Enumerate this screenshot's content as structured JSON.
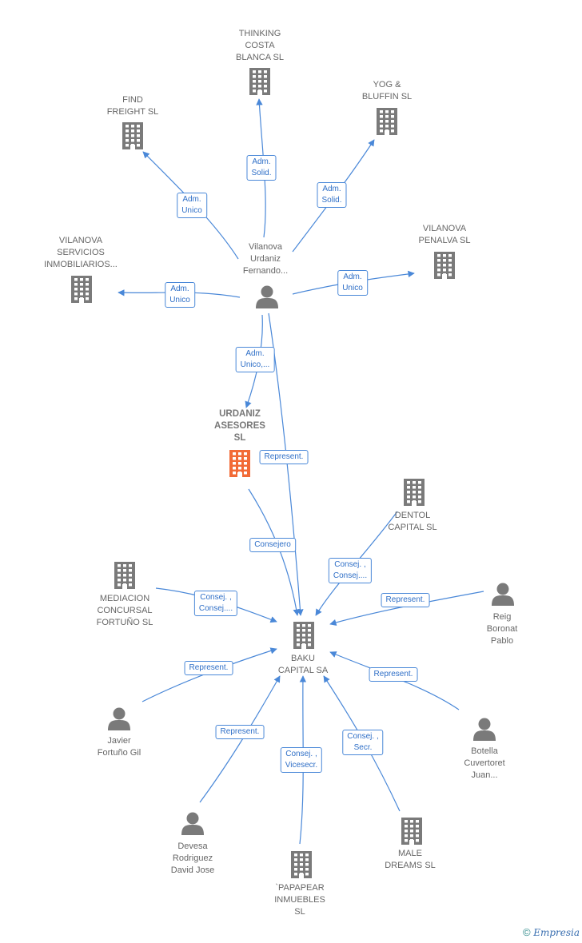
{
  "colors": {
    "edge": "#4a88d8",
    "company": "#7a7a7a",
    "focus": "#f26a36",
    "person": "#7a7a7a"
  },
  "nodes": [
    {
      "id": "thinking",
      "type": "company",
      "label": "THINKING\nCOSTA\nBLANCA  SL"
    },
    {
      "id": "find",
      "type": "company",
      "label": "FIND\nFREIGHT  SL"
    },
    {
      "id": "yog",
      "type": "company",
      "label": "YOG &\nBLUFFIN  SL"
    },
    {
      "id": "vservicios",
      "type": "company",
      "label": "VILANOVA\nSERVICIOS\nINMOBILIARIOS..."
    },
    {
      "id": "vpenalva",
      "type": "company",
      "label": "VILANOVA\nPENALVA  SL"
    },
    {
      "id": "vfernando",
      "type": "person",
      "label": "Vilanova\nUrdaniz\nFernando..."
    },
    {
      "id": "urdaniz",
      "type": "focus",
      "label": "URDANIZ\nASESORES\nSL"
    },
    {
      "id": "dentol",
      "type": "company",
      "label": "DENTOL\nCAPITAL  SL"
    },
    {
      "id": "mediacion",
      "type": "company",
      "label": "MEDIACION\nCONCURSAL\nFORTUÑO  SL"
    },
    {
      "id": "reig",
      "type": "person",
      "label": "Reig\nBoronat\nPablo"
    },
    {
      "id": "baku",
      "type": "company",
      "label": "BAKU\nCAPITAL SA"
    },
    {
      "id": "javier",
      "type": "person",
      "label": "Javier\nFortuño Gil"
    },
    {
      "id": "botella",
      "type": "person",
      "label": "Botella\nCuvertoret\nJuan..."
    },
    {
      "id": "devesa",
      "type": "person",
      "label": "Devesa\nRodriguez\nDavid Jose"
    },
    {
      "id": "male",
      "type": "company",
      "label": "MALE\nDREAMS  SL"
    },
    {
      "id": "papapear",
      "type": "company",
      "label": "`PAPAPEAR\nINMUEBLES\nSL"
    }
  ],
  "edges": [
    {
      "id": "e1",
      "from": "vfernando",
      "to": "thinking",
      "label": "Adm.\nSolid."
    },
    {
      "id": "e2",
      "from": "vfernando",
      "to": "find",
      "label": "Adm.\nUnico"
    },
    {
      "id": "e3",
      "from": "vfernando",
      "to": "yog",
      "label": "Adm.\nSolid."
    },
    {
      "id": "e4",
      "from": "vfernando",
      "to": "vservicios",
      "label": "Adm.\nUnico"
    },
    {
      "id": "e5",
      "from": "vfernando",
      "to": "vpenalva",
      "label": "Adm.\nUnico"
    },
    {
      "id": "e6",
      "from": "vfernando",
      "to": "urdaniz",
      "label": "Adm.\nUnico,..."
    },
    {
      "id": "e7",
      "from": "vfernando",
      "to": "baku",
      "label": "Represent."
    },
    {
      "id": "e8",
      "from": "urdaniz",
      "to": "baku",
      "label": "Consejero"
    },
    {
      "id": "e9",
      "from": "dentol",
      "to": "baku",
      "label": "Consej. ,\nConsej...."
    },
    {
      "id": "e10",
      "from": "mediacion",
      "to": "baku",
      "label": "Consej. ,\nConsej...."
    },
    {
      "id": "e11",
      "from": "reig",
      "to": "baku",
      "label": "Represent."
    },
    {
      "id": "e12",
      "from": "javier",
      "to": "baku",
      "label": "Represent."
    },
    {
      "id": "e13",
      "from": "botella",
      "to": "baku",
      "label": "Represent."
    },
    {
      "id": "e14",
      "from": "devesa",
      "to": "baku",
      "label": "Represent."
    },
    {
      "id": "e15",
      "from": "papapear",
      "to": "baku",
      "label": "Consej. ,\nVicesecr."
    },
    {
      "id": "e16",
      "from": "male",
      "to": "baku",
      "label": "Consej. ,\nSecr."
    }
  ],
  "copyright": {
    "symbol": "©",
    "brand": "Empresia"
  }
}
